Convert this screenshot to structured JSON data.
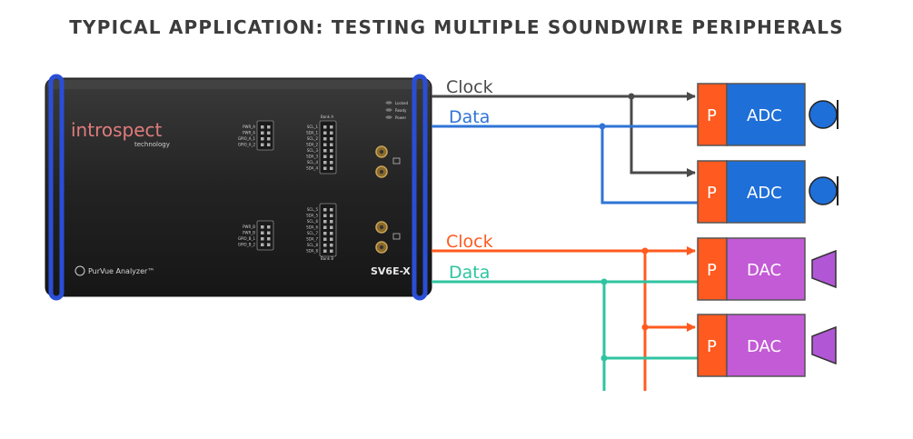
{
  "title": "TYPICAL APPLICATION: TESTING MULTIPLE SOUNDWIRE PERIPHERALS",
  "device": {
    "brand_line1": "introspect",
    "brand_line2": "technology",
    "product": "PurVue Analyzer™",
    "model": "SV6E-X",
    "leds": [
      "Locked",
      "Ready",
      "Power"
    ],
    "bank_a": "Bank A",
    "bank_b": "Bank B",
    "pins_left_top": [
      "PWR_A",
      "PWR_A",
      "GPIO_A_1",
      "GPIO_A_2"
    ],
    "pins_right_top": [
      "SCL_1",
      "SDA_1",
      "SCL_2",
      "SDA_2",
      "SCL_3",
      "SDA_3",
      "SCL_4",
      "SDA_4"
    ],
    "pins_left_bot": [
      "PWR_B",
      "PWR_B",
      "GPIO_B_1",
      "GPIO_B_2"
    ],
    "pins_right_bot": [
      "SCL_5",
      "SDA_5",
      "SCL_6",
      "SDA_6",
      "SCL_7",
      "SDA_7",
      "SCL_8",
      "SDA_8"
    ]
  },
  "signals": {
    "bus1_clock": "Clock",
    "bus1_data": "Data",
    "bus2_clock": "Clock",
    "bus2_data": "Data"
  },
  "peripherals": [
    {
      "port": "P",
      "type": "ADC"
    },
    {
      "port": "P",
      "type": "ADC"
    },
    {
      "port": "P",
      "type": "DAC"
    },
    {
      "port": "P",
      "type": "DAC"
    }
  ],
  "colors": {
    "clock1": "#4a4a4a",
    "data1": "#2f74d6",
    "clock2": "#ff5a1f",
    "data2": "#2ec4a0",
    "port": "#ff5a1f",
    "adc": "#1f6fd8",
    "dac": "#c35ad6",
    "mic": "#1f6fd8",
    "speaker": "#b157d6"
  }
}
